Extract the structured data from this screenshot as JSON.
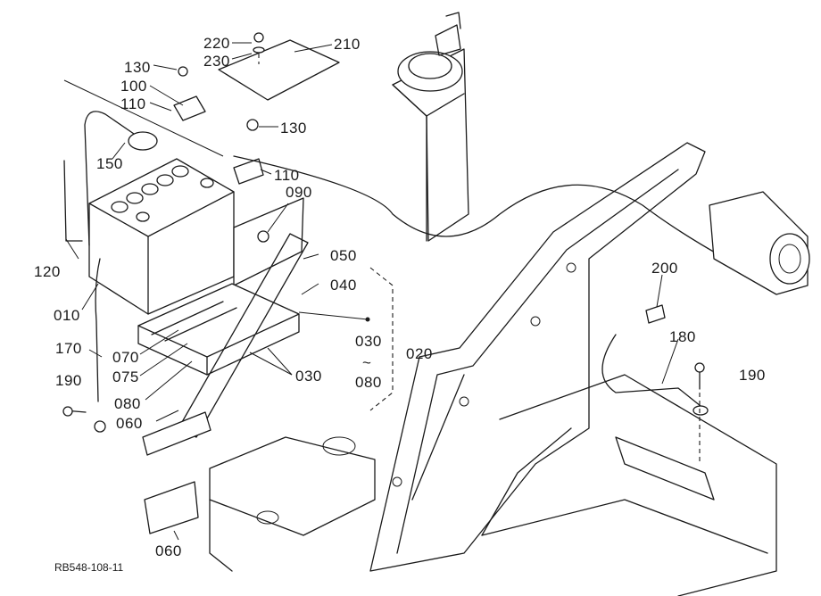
{
  "part_labels": {
    "p010": "010",
    "p020": "020",
    "p030a": "030",
    "p030b": "030",
    "p040": "040",
    "p050": "050",
    "p060a": "060",
    "p060b": "060",
    "p070": "070",
    "p075": "075",
    "p080a": "080",
    "p080b": "080",
    "p090": "090",
    "p100": "100",
    "p110a": "110",
    "p110b": "110",
    "p120": "120",
    "p130a": "130",
    "p130b": "130",
    "p150": "150",
    "p170": "170",
    "p180": "180",
    "p190a": "190",
    "p190b": "190",
    "p200": "200",
    "p210": "210",
    "p220": "220",
    "p230": "230",
    "range_tilde": "~"
  },
  "drawing_code": "RB548-108-11"
}
